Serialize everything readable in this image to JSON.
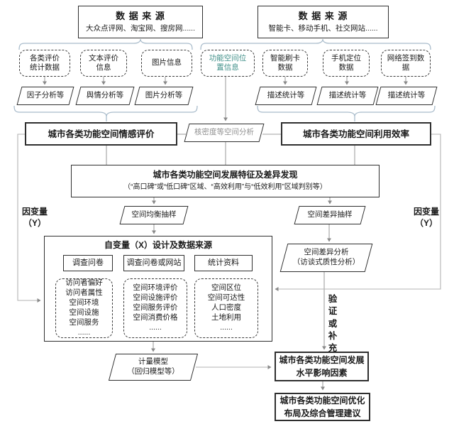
{
  "colors": {
    "teal_text": "#3f8f88",
    "gray_text": "#909090",
    "brace": "#a9bccb",
    "line": "#a0a0a0",
    "border": "#2f2f2f"
  },
  "nodes": {
    "ds_left": {
      "title": "数 据 来 源",
      "subtitle": "大众点评网、淘宝网、搜房网......"
    },
    "ds_right": {
      "title": "数 据 来 源",
      "subtitle": "智能卡、移动手机、社交网站......"
    },
    "d1": {
      "label": "各类评价\n统计数据"
    },
    "d2": {
      "label": "文本评价\n信息"
    },
    "d3": {
      "label": "图片信息"
    },
    "d4": {
      "label": "功能空间位\n置信息"
    },
    "d5": {
      "label": "智能刷卡\n数据"
    },
    "d6": {
      "label": "手机定位\n数据"
    },
    "d7": {
      "label": "网络签到数\n据"
    },
    "p_factor": {
      "label": "因子分析等"
    },
    "p_opinion": {
      "label": "舆情分析等"
    },
    "p_image": {
      "label": "图片分析等"
    },
    "p_desc": {
      "label": "描述统计等"
    },
    "sentiment": {
      "label": "城市各类功能空间情感评价"
    },
    "p_density": {
      "label": "核密度等空间分析"
    },
    "efficiency": {
      "label": "城市各类功能空间利用效率"
    },
    "discovery": {
      "title": "城市各类功能空间发展特征及差异发现",
      "subtitle": "（“高口碑”或“低口碑”区域、“高效利用”与“低效利用”区域判别等）"
    },
    "y_left": {
      "label": "因变量\n（Y）"
    },
    "y_right": {
      "label": "因变量\n（Y）"
    },
    "p_balanced": {
      "label": "空间均衡抽样"
    },
    "p_diff_sample": {
      "label": "空间差异抽样"
    },
    "xdesign": {
      "title": "自变量（X）设计及数据来源"
    },
    "s_questionnaire": {
      "label": "调查问卷"
    },
    "s_web": {
      "label": "调查问卷或网站"
    },
    "s_stats": {
      "label": "统计资料"
    },
    "l_visitor": {
      "label": "访问者偏好\n访问者属性\n空间环境\n空间设施\n空间服务\n......"
    },
    "l_eval": {
      "label": "空间环境评价\n空间设施评价\n空间服务评价\n空间消费价格\n......"
    },
    "l_location": {
      "label": "空间区位\n空间可达性\n人口密度\n土地利用\n......"
    },
    "p_diff_analysis": {
      "label": "空间差异分析\n（访谈式质性分析）"
    },
    "verify": {
      "label": "验\n证\n或\n补\n充"
    },
    "p_model": {
      "label": "计量模型\n（回归模型等）"
    },
    "factors": {
      "label": "城市各类功能空间发展\n水平影响因素"
    },
    "advice": {
      "label": "城市各类功能空间优化\n布局及综合管理建议"
    }
  }
}
